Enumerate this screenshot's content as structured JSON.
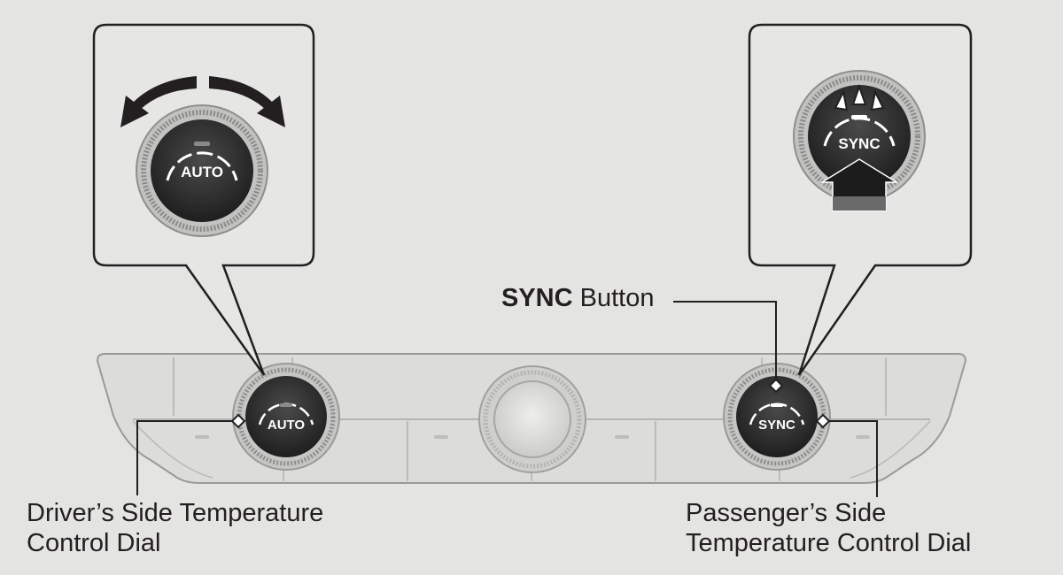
{
  "labels": {
    "sync_button_bold": "SYNC",
    "sync_button_rest": " Button",
    "driver_line1": "Driver’s Side Temperature",
    "driver_line2": "Control Dial",
    "passenger_line1": "Passenger’s Side",
    "passenger_line2": "Temperature Control Dial"
  },
  "dials": {
    "left_text": "AUTO",
    "right_text": "SYNC"
  },
  "colors": {
    "background": "#e4e4e2",
    "panel": "#d6d6d4",
    "knob": "#2e2e2e",
    "line": "#231f20",
    "callout_fill": "#e6e6e4"
  }
}
